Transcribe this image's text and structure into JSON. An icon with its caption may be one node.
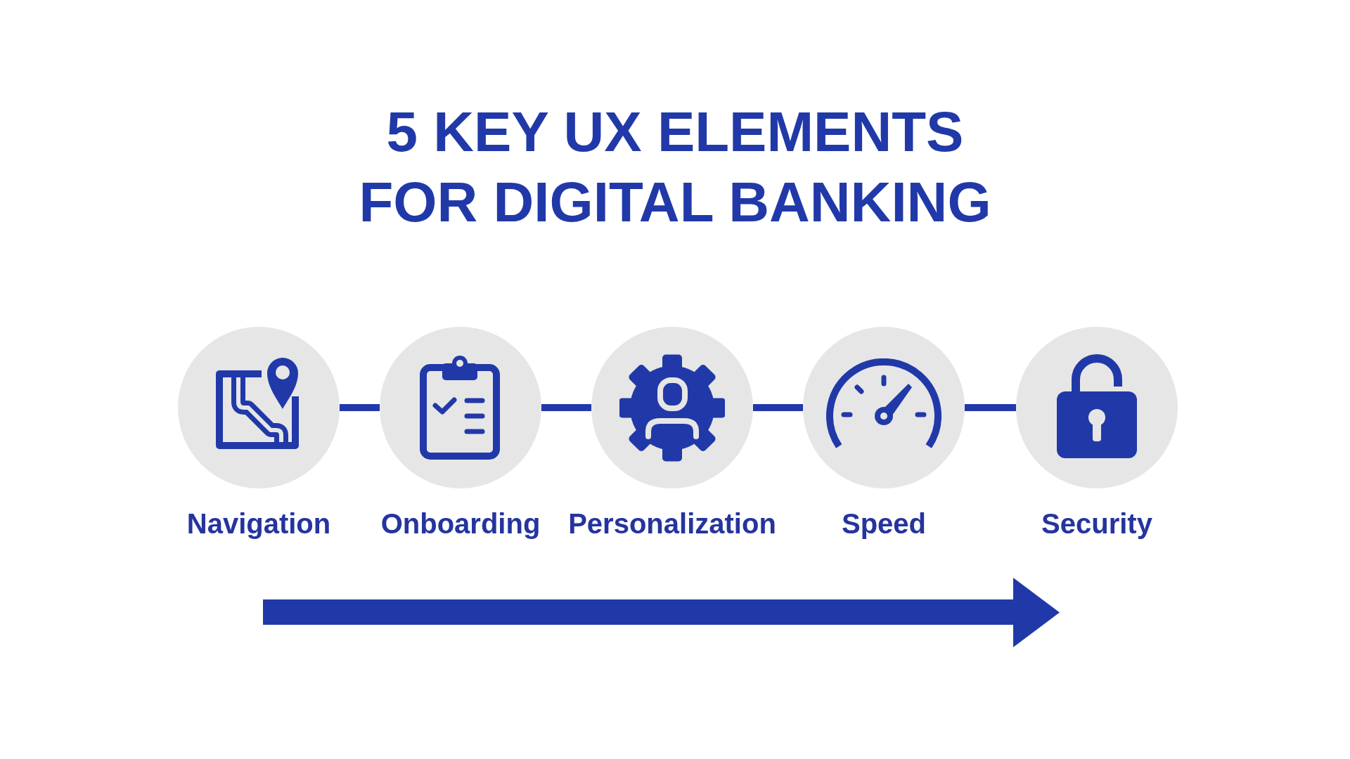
{
  "diagram": {
    "title": "5 KEY UX ELEMENTS FOR DIGITAL BANKING",
    "nodes": [
      {
        "text": [
          "Navigation"
        ]
      },
      {
        "text": [
          "Onboarding"
        ]
      },
      {
        "text": [
          "Personalization"
        ]
      },
      {
        "text": [
          "Speed"
        ]
      },
      {
        "text": [
          "Security"
        ]
      }
    ],
    "edges": [
      {
        "from": 0,
        "to": 1,
        "arrow": "none"
      },
      {
        "from": 1,
        "to": 2,
        "arrow": "none"
      },
      {
        "from": 2,
        "to": 3,
        "arrow": "none"
      },
      {
        "from": 3,
        "to": 4,
        "arrow": "none"
      }
    ]
  }
}
